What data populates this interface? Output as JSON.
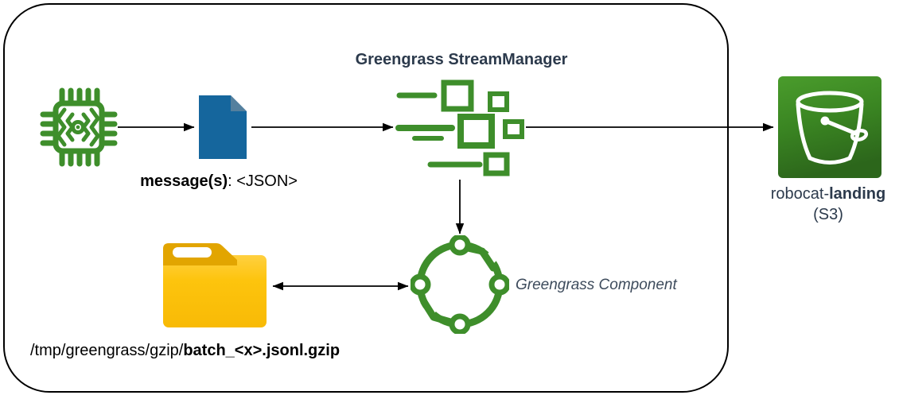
{
  "diagram": {
    "stream_manager_title": "Greengrass StreamManager",
    "message_label": {
      "bold": "message(s)",
      "rest": ": <JSON>"
    },
    "component_label": "Greengrass Component",
    "folder_path": {
      "prefix": "/tmp/greengrass/gzip/",
      "bold": "batch_<x>.jsonl.gzip"
    },
    "bucket_label": {
      "prefix": "robocat-",
      "bold": "landing",
      "sublabel": "(S3)"
    },
    "icons": {
      "device": "chip-icon",
      "message": "document-icon",
      "stream_manager": "stream-manager-icon",
      "component": "greengrass-component-icon",
      "folder": "folder-icon",
      "bucket": "s3-bucket-icon"
    },
    "colors": {
      "green": "#3e8e2b",
      "document_blue": "#15669d",
      "document_fold": "#54809e",
      "folder_yellow": "#fcc306",
      "folder_tab": "#e2a500",
      "bucket_green_top": "#4a9c2c",
      "bucket_green_bottom": "#2c661b",
      "title_text": "#2c3a4c",
      "component_label_text": "#3d4b5c",
      "arrow": "#000000"
    }
  }
}
